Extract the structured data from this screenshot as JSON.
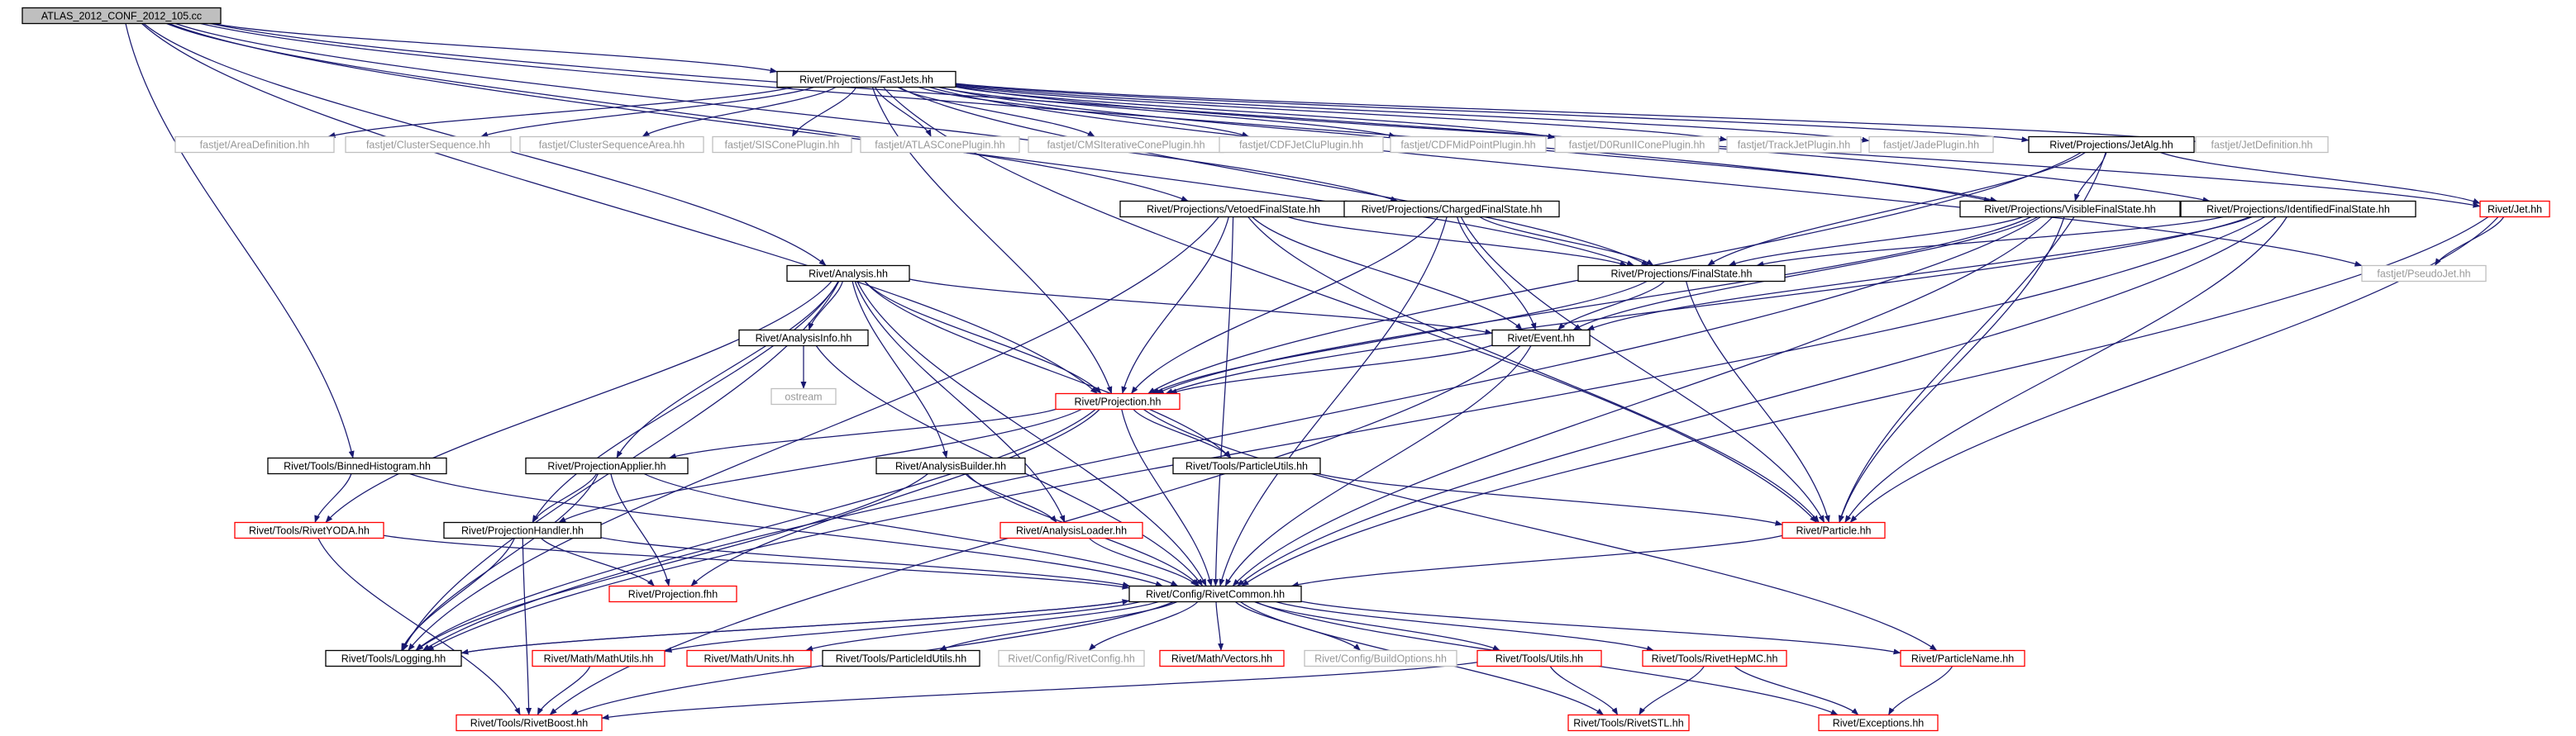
{
  "colors": {
    "edge": "#191970",
    "text_default": "#000000",
    "text_missing": "#999999",
    "border_default": "#000000",
    "border_red": "#ff0000",
    "border_missing": "#bfbfbf",
    "root_fill": "#bfbfbf",
    "node_fill": "#ffffff"
  },
  "nodes": [
    {
      "id": "root",
      "label": "ATLAS_2012_CONF_2012_105.cc",
      "style": "root"
    },
    {
      "id": "fastjets",
      "label": "Rivet/Projections/FastJets.hh",
      "style": "normal"
    },
    {
      "id": "areadef",
      "label": "fastjet/AreaDefinition.hh",
      "style": "missing"
    },
    {
      "id": "clusterseq",
      "label": "fastjet/ClusterSequence.hh",
      "style": "missing"
    },
    {
      "id": "clusterseqarea",
      "label": "fastjet/ClusterSequenceArea.hh",
      "style": "missing"
    },
    {
      "id": "siscone",
      "label": "fastjet/SISConePlugin.hh",
      "style": "missing"
    },
    {
      "id": "atlascone",
      "label": "fastjet/ATLASConePlugin.hh",
      "style": "missing"
    },
    {
      "id": "cmsiter",
      "label": "fastjet/CMSIterativeConePlugin.hh",
      "style": "missing"
    },
    {
      "id": "cdfjetclu",
      "label": "fastjet/CDFJetCluPlugin.hh",
      "style": "missing"
    },
    {
      "id": "cdfmid",
      "label": "fastjet/CDFMidPointPlugin.hh",
      "style": "missing"
    },
    {
      "id": "d0run2",
      "label": "fastjet/D0RunIIConePlugin.hh",
      "style": "missing"
    },
    {
      "id": "trackjet",
      "label": "fastjet/TrackJetPlugin.hh",
      "style": "missing"
    },
    {
      "id": "jade",
      "label": "fastjet/JadePlugin.hh",
      "style": "missing"
    },
    {
      "id": "jetalg",
      "label": "Rivet/Projections/JetAlg.hh",
      "style": "normal"
    },
    {
      "id": "jetdef",
      "label": "fastjet/JetDefinition.hh",
      "style": "missing"
    },
    {
      "id": "vetoed",
      "label": "Rivet/Projections/VetoedFinalState.hh",
      "style": "normal"
    },
    {
      "id": "charged",
      "label": "Rivet/Projections/ChargedFinalState.hh",
      "style": "normal"
    },
    {
      "id": "visible",
      "label": "Rivet/Projections/VisibleFinalState.hh",
      "style": "normal"
    },
    {
      "id": "identified",
      "label": "Rivet/Projections/IdentifiedFinalState.hh",
      "style": "normal"
    },
    {
      "id": "jet",
      "label": "Rivet/Jet.hh",
      "style": "red"
    },
    {
      "id": "pseudojet",
      "label": "fastjet/PseudoJet.hh",
      "style": "missing"
    },
    {
      "id": "finalstate",
      "label": "Rivet/Projections/FinalState.hh",
      "style": "normal"
    },
    {
      "id": "analysis",
      "label": "Rivet/Analysis.hh",
      "style": "normal"
    },
    {
      "id": "analysisinfo",
      "label": "Rivet/AnalysisInfo.hh",
      "style": "normal"
    },
    {
      "id": "ostream",
      "label": "ostream",
      "style": "missing"
    },
    {
      "id": "event",
      "label": "Rivet/Event.hh",
      "style": "normal"
    },
    {
      "id": "projection",
      "label": "Rivet/Projection.hh",
      "style": "red"
    },
    {
      "id": "binned",
      "label": "Rivet/Tools/BinnedHistogram.hh",
      "style": "normal"
    },
    {
      "id": "projapplier",
      "label": "Rivet/ProjectionApplier.hh",
      "style": "normal"
    },
    {
      "id": "analysisbuilder",
      "label": "Rivet/AnalysisBuilder.hh",
      "style": "normal"
    },
    {
      "id": "particleutils",
      "label": "Rivet/Tools/ParticleUtils.hh",
      "style": "normal"
    },
    {
      "id": "rivetyoda",
      "label": "Rivet/Tools/RivetYODA.hh",
      "style": "red"
    },
    {
      "id": "projhandler",
      "label": "Rivet/ProjectionHandler.hh",
      "style": "normal"
    },
    {
      "id": "analysisloader",
      "label": "Rivet/AnalysisLoader.hh",
      "style": "red"
    },
    {
      "id": "particle",
      "label": "Rivet/Particle.hh",
      "style": "red"
    },
    {
      "id": "projfhh",
      "label": "Rivet/Projection.fhh",
      "style": "red"
    },
    {
      "id": "rivetcommon",
      "label": "Rivet/Config/RivetCommon.hh",
      "style": "normal"
    },
    {
      "id": "logging",
      "label": "Rivet/Tools/Logging.hh",
      "style": "normal"
    },
    {
      "id": "mathutils",
      "label": "Rivet/Math/MathUtils.hh",
      "style": "red"
    },
    {
      "id": "units",
      "label": "Rivet/Math/Units.hh",
      "style": "red"
    },
    {
      "id": "particleidutils",
      "label": "Rivet/Tools/ParticleIdUtils.hh",
      "style": "normal"
    },
    {
      "id": "rivetconfig",
      "label": "Rivet/Config/RivetConfig.hh",
      "style": "missing"
    },
    {
      "id": "vectors",
      "label": "Rivet/Math/Vectors.hh",
      "style": "red"
    },
    {
      "id": "buildoptions",
      "label": "Rivet/Config/BuildOptions.hh",
      "style": "missing"
    },
    {
      "id": "toolsutils",
      "label": "Rivet/Tools/Utils.hh",
      "style": "red"
    },
    {
      "id": "rivethepmc",
      "label": "Rivet/Tools/RivetHepMC.hh",
      "style": "red"
    },
    {
      "id": "particlename",
      "label": "Rivet/ParticleName.hh",
      "style": "red"
    },
    {
      "id": "rivetboost",
      "label": "Rivet/Tools/RivetBoost.hh",
      "style": "red"
    },
    {
      "id": "rivetstl",
      "label": "Rivet/Tools/RivetSTL.hh",
      "style": "red"
    },
    {
      "id": "exceptions",
      "label": "Rivet/Exceptions.hh",
      "style": "red"
    }
  ],
  "edges": [
    [
      "root",
      "fastjets"
    ],
    [
      "root",
      "vetoed"
    ],
    [
      "root",
      "charged"
    ],
    [
      "root",
      "visible"
    ],
    [
      "root",
      "identified"
    ],
    [
      "root",
      "finalstate"
    ],
    [
      "root",
      "analysis"
    ],
    [
      "root",
      "binned"
    ],
    [
      "root",
      "projection"
    ],
    [
      "fastjets",
      "areadef"
    ],
    [
      "fastjets",
      "clusterseq"
    ],
    [
      "fastjets",
      "clusterseqarea"
    ],
    [
      "fastjets",
      "siscone"
    ],
    [
      "fastjets",
      "atlascone"
    ],
    [
      "fastjets",
      "cmsiter"
    ],
    [
      "fastjets",
      "cdfjetclu"
    ],
    [
      "fastjets",
      "cdfmid"
    ],
    [
      "fastjets",
      "d0run2"
    ],
    [
      "fastjets",
      "trackjet"
    ],
    [
      "fastjets",
      "jade"
    ],
    [
      "fastjets",
      "jetalg"
    ],
    [
      "fastjets",
      "jetdef"
    ],
    [
      "fastjets",
      "jet"
    ],
    [
      "fastjets",
      "pseudojet"
    ],
    [
      "fastjets",
      "particle"
    ],
    [
      "fastjets",
      "projection"
    ],
    [
      "fastjets",
      "finalstate"
    ],
    [
      "fastjets",
      "visible"
    ],
    [
      "jetalg",
      "projection"
    ],
    [
      "jetalg",
      "finalstate"
    ],
    [
      "jetalg",
      "visible"
    ],
    [
      "jetalg",
      "particle"
    ],
    [
      "jetalg",
      "jet"
    ],
    [
      "jet",
      "pseudojet"
    ],
    [
      "jet",
      "particle"
    ],
    [
      "jet",
      "rivetcommon"
    ],
    [
      "vetoed",
      "finalstate"
    ],
    [
      "vetoed",
      "event"
    ],
    [
      "vetoed",
      "projection"
    ],
    [
      "vetoed",
      "particle"
    ],
    [
      "vetoed",
      "rivetcommon"
    ],
    [
      "vetoed",
      "logging"
    ],
    [
      "charged",
      "finalstate"
    ],
    [
      "charged",
      "event"
    ],
    [
      "charged",
      "projection"
    ],
    [
      "charged",
      "particle"
    ],
    [
      "charged",
      "rivetcommon"
    ],
    [
      "visible",
      "finalstate"
    ],
    [
      "visible",
      "event"
    ],
    [
      "visible",
      "projection"
    ],
    [
      "visible",
      "particle"
    ],
    [
      "visible",
      "rivetcommon"
    ],
    [
      "visible",
      "logging"
    ],
    [
      "identified",
      "finalstate"
    ],
    [
      "identified",
      "event"
    ],
    [
      "identified",
      "projection"
    ],
    [
      "identified",
      "particle"
    ],
    [
      "identified",
      "rivetcommon"
    ],
    [
      "identified",
      "logging"
    ],
    [
      "finalstate",
      "event"
    ],
    [
      "finalstate",
      "projection"
    ],
    [
      "finalstate",
      "particle"
    ],
    [
      "analysis",
      "analysisinfo"
    ],
    [
      "analysis",
      "event"
    ],
    [
      "analysis",
      "projection"
    ],
    [
      "analysis",
      "projapplier"
    ],
    [
      "analysis",
      "analysisbuilder"
    ],
    [
      "analysis",
      "particleutils"
    ],
    [
      "analysis",
      "analysisloader"
    ],
    [
      "analysis",
      "rivetyoda"
    ],
    [
      "analysis",
      "projhandler"
    ],
    [
      "analysis",
      "rivetcommon"
    ],
    [
      "analysis",
      "logging"
    ],
    [
      "analysisinfo",
      "ostream"
    ],
    [
      "analysisinfo",
      "rivetcommon"
    ],
    [
      "event",
      "projection"
    ],
    [
      "event",
      "rivetcommon"
    ],
    [
      "event",
      "rivetboost"
    ],
    [
      "projection",
      "projapplier"
    ],
    [
      "projection",
      "particleutils"
    ],
    [
      "projection",
      "projhandler"
    ],
    [
      "projection",
      "projfhh"
    ],
    [
      "projection",
      "rivetcommon"
    ],
    [
      "projection",
      "logging"
    ],
    [
      "projection",
      "particlename"
    ],
    [
      "binned",
      "rivetyoda"
    ],
    [
      "binned",
      "rivetcommon"
    ],
    [
      "projapplier",
      "projhandler"
    ],
    [
      "projapplier",
      "projfhh"
    ],
    [
      "projapplier",
      "rivetcommon"
    ],
    [
      "projapplier",
      "logging"
    ],
    [
      "analysisbuilder",
      "analysisloader"
    ],
    [
      "analysisbuilder",
      "rivetcommon"
    ],
    [
      "analysisbuilder",
      "logging"
    ],
    [
      "particleutils",
      "particle"
    ],
    [
      "rivetyoda",
      "rivetcommon"
    ],
    [
      "rivetyoda",
      "rivetboost"
    ],
    [
      "projhandler",
      "projfhh"
    ],
    [
      "projhandler",
      "rivetcommon"
    ],
    [
      "projhandler",
      "logging"
    ],
    [
      "projhandler",
      "rivetboost"
    ],
    [
      "analysisloader",
      "rivetcommon"
    ],
    [
      "particle",
      "rivetcommon"
    ],
    [
      "rivetcommon",
      "logging"
    ],
    [
      "rivetcommon",
      "mathutils"
    ],
    [
      "rivetcommon",
      "units"
    ],
    [
      "rivetcommon",
      "particleidutils"
    ],
    [
      "rivetcommon",
      "rivetconfig"
    ],
    [
      "rivetcommon",
      "vectors"
    ],
    [
      "rivetcommon",
      "buildoptions"
    ],
    [
      "rivetcommon",
      "toolsutils"
    ],
    [
      "rivetcommon",
      "rivethepmc"
    ],
    [
      "rivetcommon",
      "particlename"
    ],
    [
      "rivetcommon",
      "rivetboost"
    ],
    [
      "rivetcommon",
      "rivetstl"
    ],
    [
      "rivetcommon",
      "exceptions"
    ],
    [
      "logging",
      "rivetcommon"
    ],
    [
      "mathutils",
      "rivetboost"
    ],
    [
      "toolsutils",
      "rivetboost"
    ],
    [
      "toolsutils",
      "rivetstl"
    ],
    [
      "rivethepmc",
      "rivetstl"
    ],
    [
      "rivethepmc",
      "exceptions"
    ],
    [
      "particlename",
      "exceptions"
    ]
  ]
}
